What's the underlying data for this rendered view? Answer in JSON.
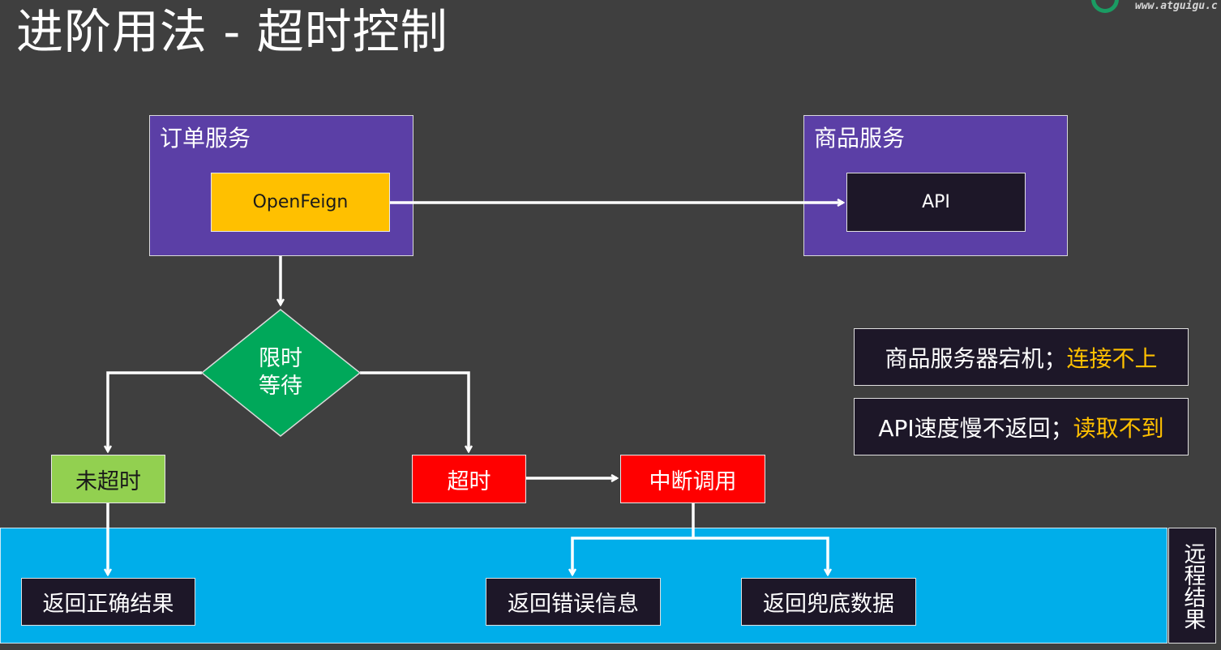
{
  "title": "进阶用法 - 超时控制",
  "logo": {
    "text": "www.atguigu.c"
  },
  "order_service": {
    "label": "订单服务",
    "openfeign": "OpenFeign"
  },
  "product_service": {
    "label": "商品服务",
    "api": "API"
  },
  "decision": {
    "line1": "限时",
    "line2": "等待"
  },
  "not_timeout": "未超时",
  "timeout": "超时",
  "interrupt": "中断调用",
  "results": {
    "correct": "返回正确结果",
    "error": "返回错误信息",
    "fallback": "返回兜底数据"
  },
  "remote_result_label": "远程结果",
  "notes": [
    {
      "text": "商品服务器宕机；",
      "highlight": "连接不上"
    },
    {
      "text": "API速度慢不返回；",
      "highlight": "读取不到"
    }
  ],
  "colors": {
    "background": "#3f3f3f",
    "service_box": "#5b3fa6",
    "openfeign": "#ffc000",
    "decision": "#00a85a",
    "not_timeout": "#92d050",
    "timeout": "#ff0000",
    "remote_band": "#00aeea",
    "highlight": "#ffc000"
  }
}
